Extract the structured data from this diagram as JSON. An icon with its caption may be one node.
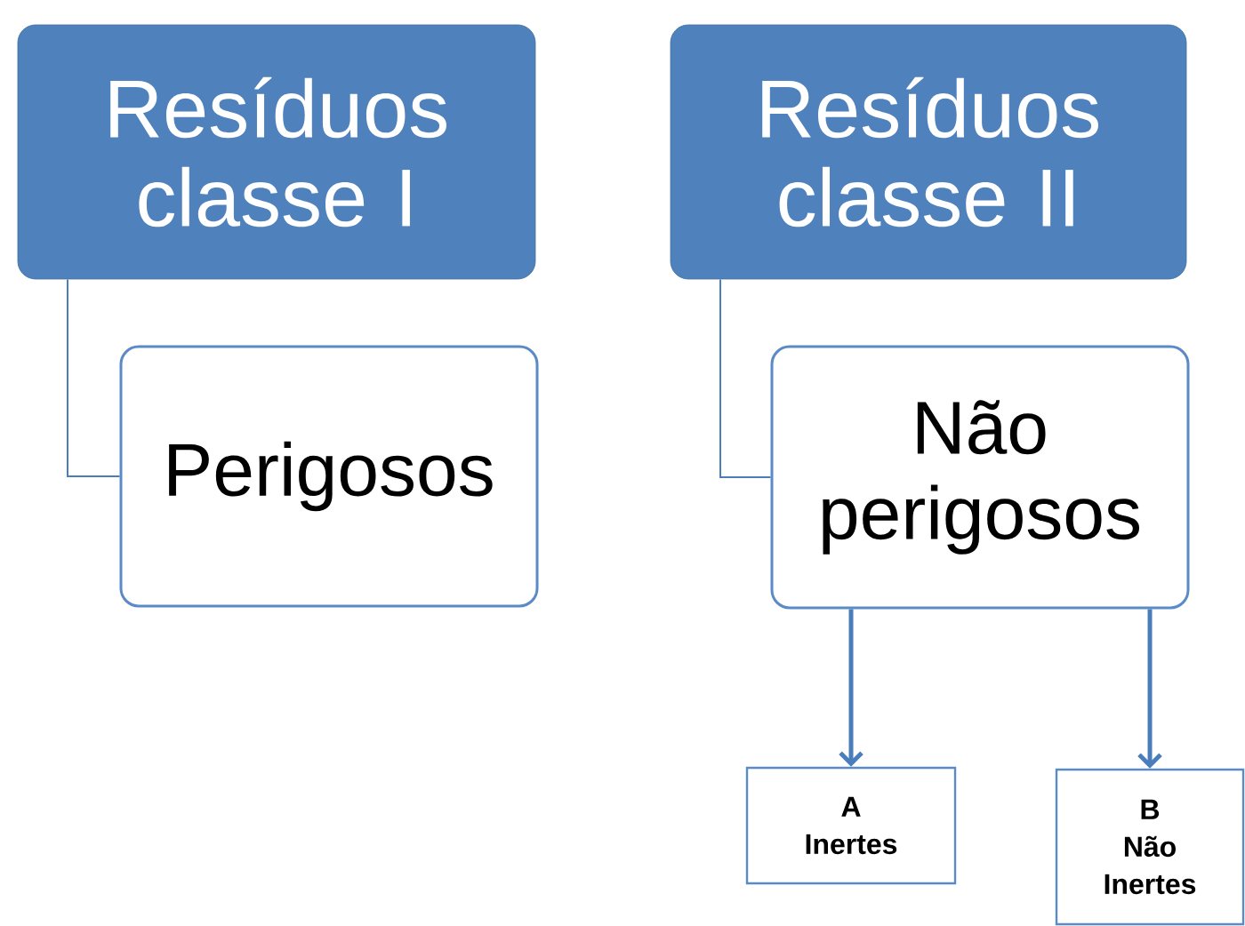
{
  "diagram": {
    "nodes": [
      {
        "text": [
          "Resíduos classe I"
        ]
      },
      {
        "text": [
          "Perigosos"
        ]
      },
      {
        "text": [
          "Resíduos classe II"
        ]
      },
      {
        "text": [
          "Não perigosos"
        ]
      },
      {
        "text": [
          "A Inertes"
        ]
      },
      {
        "text": [
          "B Não Inertes"
        ]
      }
    ],
    "edges": [
      {
        "from": 0,
        "to": 1,
        "arrow": "none"
      },
      {
        "from": 2,
        "to": 3,
        "arrow": "none"
      },
      {
        "from": 3,
        "to": 4,
        "arrow": "to",
        "style": "thick"
      },
      {
        "from": 3,
        "to": 5,
        "arrow": "to",
        "style": "thick"
      }
    ]
  }
}
